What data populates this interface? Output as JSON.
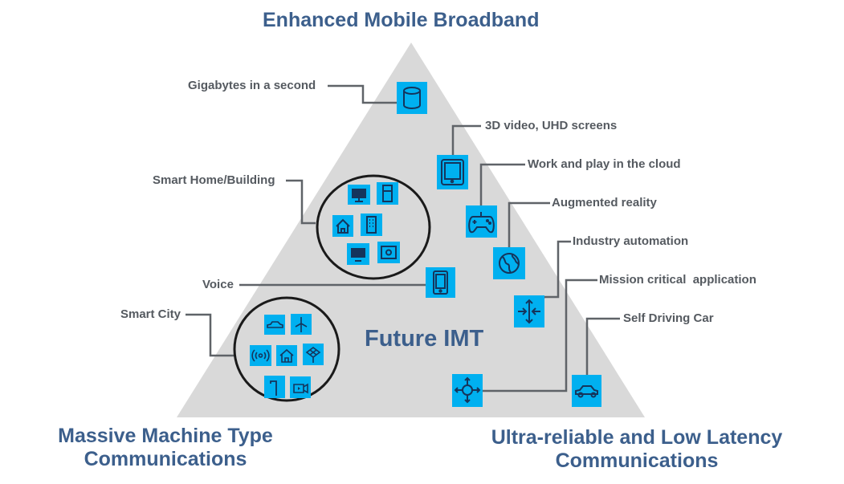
{
  "title": "Enhanced Mobile Broadband",
  "center_label": "Future IMT",
  "corner_left": {
    "line1": "Massive Machine Type",
    "line2": "Communications"
  },
  "corner_right": {
    "line1": "Ultra-reliable  and Low Latency",
    "line2": "Communications"
  },
  "labels": {
    "gigabytes": "Gigabytes in a second",
    "video": "3D video, UHD screens",
    "cloud": "Work and play in the cloud",
    "ar": "Augmented reality",
    "industry": "Industry automation",
    "mission": "Mission critical  application",
    "car": "Self Driving Car",
    "smart_home": "Smart Home/Building",
    "voice": "Voice",
    "smart_city": "Smart City"
  },
  "colors": {
    "triangle": "#d9d9d9",
    "icon_fill": "#00b0f0",
    "icon_stroke": "#15355c",
    "connector": "#5f6368",
    "heading": "#3c5f8c",
    "label": "#555a60"
  },
  "icons": {
    "gigabytes": "database-icon",
    "video": "tablet-icon",
    "cloud": "gamepad-icon",
    "ar": "globe-icon",
    "industry": "arrows-in-icon",
    "mission": "move-arrows-icon",
    "car": "car-icon",
    "voice": "phone-icon",
    "smart_home": [
      "monitor-icon",
      "fridge-icon",
      "house-icon",
      "building-icon",
      "tv-icon",
      "safe-icon"
    ],
    "smart_city": [
      "car-icon",
      "wind-turbine-icon",
      "wireless-icon",
      "house-icon",
      "solar-icon",
      "streetlight-icon",
      "camera-icon"
    ]
  }
}
